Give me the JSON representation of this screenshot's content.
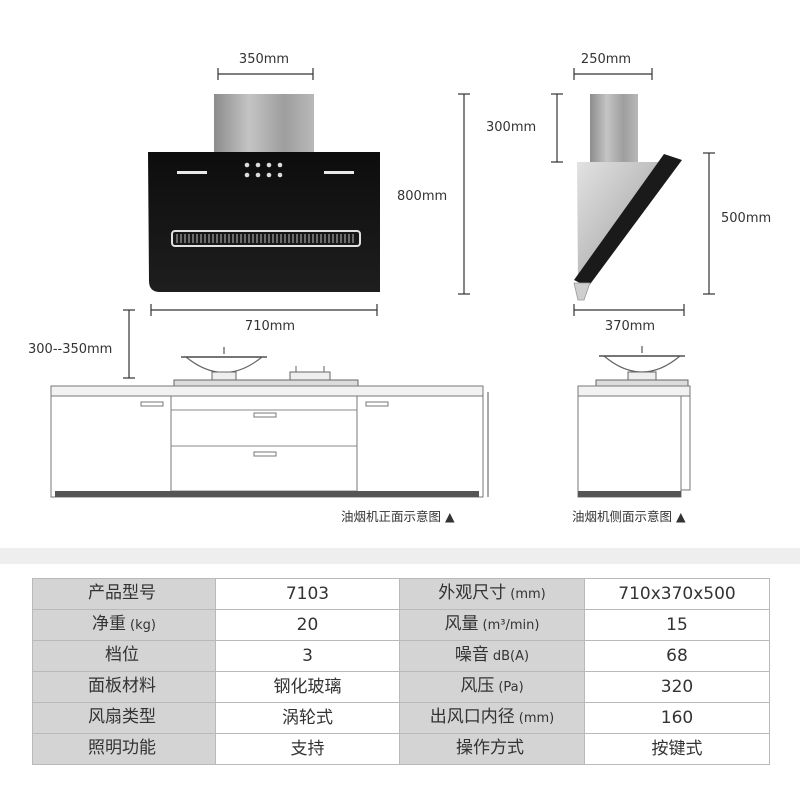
{
  "dims": {
    "front_chimney_width": "350mm",
    "front_total_height": "800mm",
    "front_width": "710mm",
    "install_height": "300--350mm",
    "side_chimney_width": "250mm",
    "side_chimney_height": "300mm",
    "side_body_height": "500mm",
    "side_depth": "370mm"
  },
  "captions": {
    "front": "油烟机正面示意图",
    "side": "油烟机侧面示意图",
    "triangle": "▲"
  },
  "specs": [
    {
      "label1": "产品型号",
      "unit1": "",
      "value1": "7103",
      "label2": "外观尺寸",
      "unit2": "(mm)",
      "value2": "710x370x500"
    },
    {
      "label1": "净重",
      "unit1": "(kg)",
      "value1": "20",
      "label2": "风量",
      "unit2": "(m³/min)",
      "value2": "15"
    },
    {
      "label1": "档位",
      "unit1": "",
      "value1": "3",
      "label2": "噪音",
      "unit2": "dB(A)",
      "value2": "68"
    },
    {
      "label1": "面板材料",
      "unit1": "",
      "value1": "钢化玻璃",
      "label2": "风压",
      "unit2": "(Pa)",
      "value2": "320"
    },
    {
      "label1": "风扇类型",
      "unit1": "",
      "value1": "涡轮式",
      "label2": "出风口内径",
      "unit2": "(mm)",
      "value2": "160"
    },
    {
      "label1": "照明功能",
      "unit1": "",
      "value1": "支持",
      "label2": "操作方式",
      "unit2": "",
      "value2": "按键式"
    }
  ],
  "colors": {
    "panel": "#151515",
    "steel": "#a8a8a8",
    "table_label_bg": "#d4d4d4",
    "line": "#333333"
  }
}
